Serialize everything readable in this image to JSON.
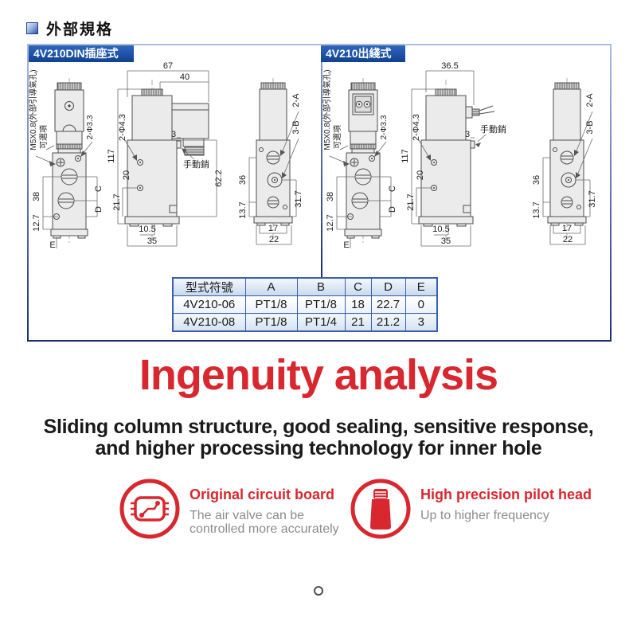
{
  "header": {
    "title": "外部規格"
  },
  "colors": {
    "accent_red": "#d8272e",
    "panel_blue": "#10418f",
    "table_border_blue": "#3c5fae",
    "desc_gray": "#8d8d8d"
  },
  "specbox": {
    "panels": [
      {
        "tab": "4V210DIN插座式",
        "front": {
          "m5": "M5X0.8(外部引導氣孔)",
          "optional": "可選項",
          "phi33": "2-Φ3.3",
          "d38": "38",
          "d127": "12.7",
          "e": "E",
          "c": "C",
          "d": "D"
        },
        "side": {
          "w67": "67",
          "w40": "40",
          "h117": "117",
          "phi43": "2-Φ4.3",
          "pin3": "3",
          "manual": "手動銷",
          "h622": "62.2",
          "d217": "21.7",
          "d20": "20",
          "d105": "10.5",
          "d35": "35"
        },
        "back": {
          "d36": "36",
          "d137": "13.7",
          "d317": "31.7",
          "d17": "17",
          "d22": "22",
          "pa": "2-A",
          "pb": "3-B"
        }
      },
      {
        "tab": "4V210出綫式",
        "front": {
          "m5": "M5X0.8(外部引導氣孔)",
          "optional": "可選項",
          "phi33": "2-Φ3.3",
          "d38": "38",
          "d127": "12.7",
          "e": "E",
          "c": "C",
          "d": "D"
        },
        "side": {
          "w365": "36.5",
          "h117": "117",
          "phi43": "2-Φ4.3",
          "pin3": "3",
          "manual": "手動銷",
          "d217": "21.7",
          "d20": "20",
          "d105": "10.5",
          "d35": "35"
        },
        "back": {
          "d36": "36",
          "d137": "13.7",
          "d317": "31.7",
          "d17": "17",
          "d22": "22",
          "pa": "2-A",
          "pb": "3-B"
        }
      }
    ]
  },
  "table": {
    "headers": [
      "型式符號",
      "A",
      "B",
      "C",
      "D",
      "E"
    ],
    "rows": [
      [
        "4V210-06",
        "PT1/8",
        "PT1/8",
        "18",
        "22.7",
        "0"
      ],
      [
        "4V210-08",
        "PT1/8",
        "PT1/4",
        "21",
        "21.2",
        "3"
      ]
    ]
  },
  "analysis": {
    "title": "Ingenuity analysis",
    "line1": "Sliding column structure, good sealing, sensitive response,",
    "line2": "and higher processing technology for inner hole"
  },
  "features": [
    {
      "title": "Original circuit board",
      "desc1": "The air valve can be",
      "desc2": "controlled more accurately"
    },
    {
      "title": "High precision pilot head",
      "desc1": "Up to higher frequency",
      "desc2": ""
    }
  ]
}
